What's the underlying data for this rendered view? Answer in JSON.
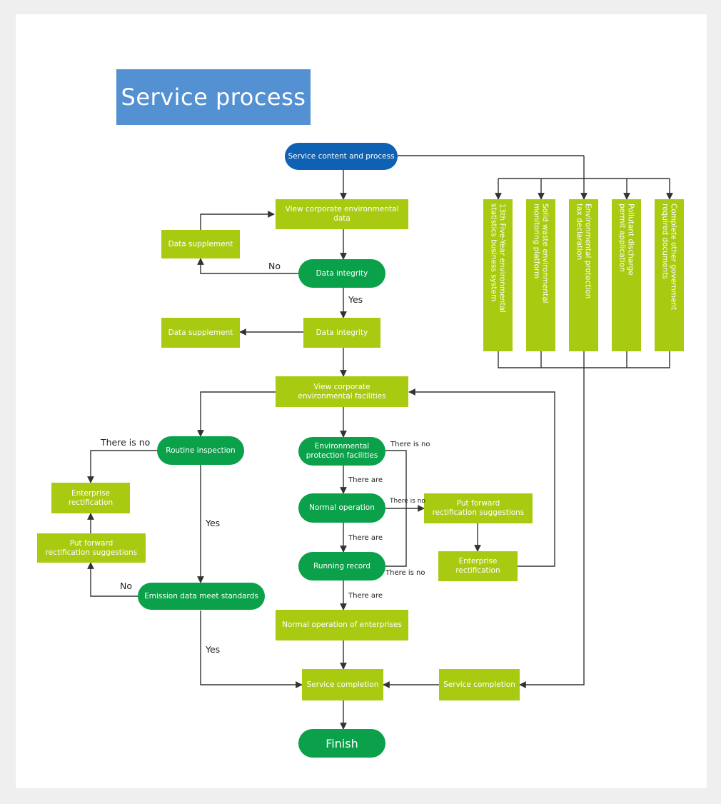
{
  "title": "Service process",
  "colors": {
    "title_bg": "#5491d2",
    "light_green": "#a8cb12",
    "dark_green": "#0aa14a",
    "blue": "#0e61b3",
    "line": "#333333"
  },
  "nodes": {
    "service_content": "Service content and process",
    "view_env_data": "View corporate environmental data",
    "data_supplement_1": "Data supplement",
    "data_integrity_pill": "Data integrity",
    "data_integrity_box": "Data integrity",
    "data_supplement_2": "Data supplement",
    "view_facilities": "View corporate\nenvironmental facilities",
    "routine_inspection": "Routine inspection",
    "enterprise_rectification_left": "Enterprise\nrectification",
    "put_forward_left": "Put forward\nrectification suggestions",
    "emission_standards": "Emission data meet standards",
    "env_protection_facilities": "Environmental\nprotection facilities",
    "normal_operation": "Normal operation",
    "running_record": "Running record",
    "normal_operation_enterprises": "Normal operation of enterprises",
    "put_forward_right": "Put forward\nrectification suggestions",
    "enterprise_rectification_right": "Enterprise\nrectification",
    "service_completion_center": "Service completion",
    "service_completion_right": "Service completion",
    "finish": "Finish"
  },
  "systems": [
    "13th Five-Year environmental\nstatistics business system",
    "Solid waste environmental\nmonitoring platform",
    "Environmental protection\ntax declaration",
    "Pollutant discharge\npermit application",
    "Complete other government\nrequired documents"
  ],
  "edge_labels": {
    "no_integrity": "No",
    "yes_integrity": "Yes",
    "there_is_no_routine": "There is no",
    "yes_routine": "Yes",
    "no_emission": "No",
    "yes_emission": "Yes",
    "there_is_no_facilities": "There is no",
    "there_are_facilities": "There are",
    "there_is_no_normal": "There is no",
    "there_are_normal": "There are",
    "there_is_no_record": "There is no",
    "there_are_record": "There are"
  }
}
